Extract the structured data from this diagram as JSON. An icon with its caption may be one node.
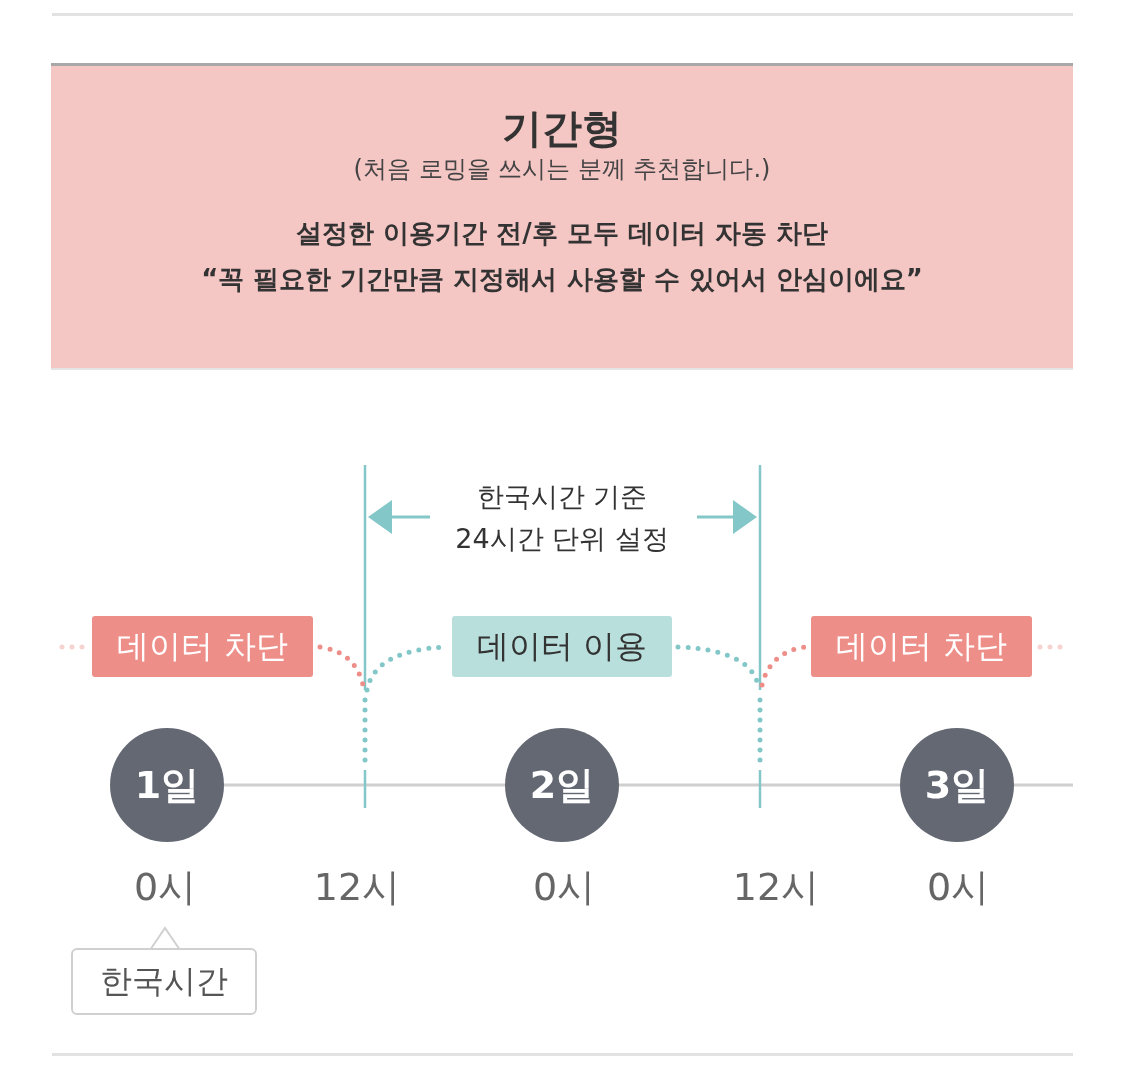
{
  "diagram": {
    "nodes": [
      {
        "text": [
          "기간형",
          "(처음 로밍을 쓰시는 분께 추천합니다.)",
          "설정한 이용기간 전/후 모두 데이터 자동 차단",
          "“꼭 필요한 기간만큼 지정해서 사용할 수 있어서 안심이에요”"
        ]
      },
      {
        "text": [
          "데이터 차단"
        ]
      },
      {
        "text": [
          "데이터 이용"
        ]
      },
      {
        "text": [
          "데이터 차단"
        ]
      },
      {
        "text": [
          "1일"
        ]
      },
      {
        "text": [
          "2일"
        ]
      },
      {
        "text": [
          "3일"
        ]
      },
      {
        "text": [
          "한국시간"
        ]
      }
    ],
    "labels": [
      "한국시간 기준 24시간 단위 설정",
      "0시",
      "12시",
      "0시",
      "12시",
      "0시"
    ]
  }
}
